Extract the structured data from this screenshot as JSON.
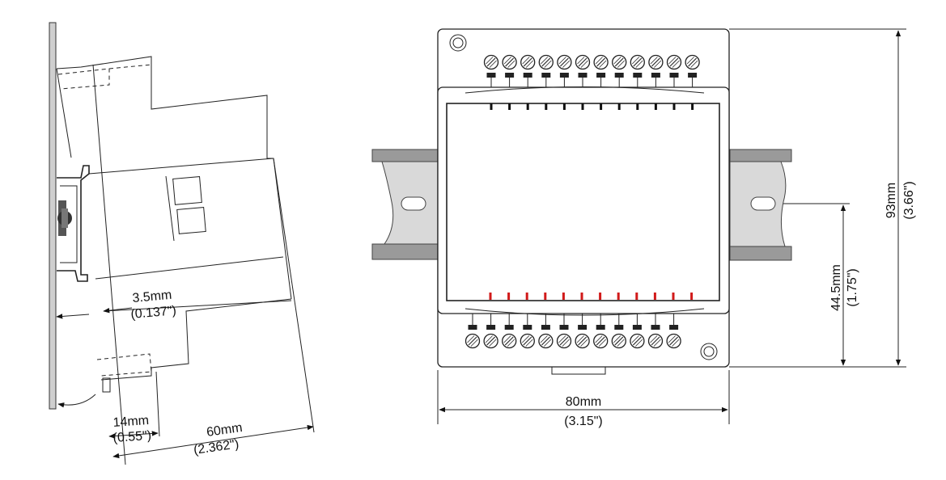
{
  "side_view": {
    "dim_gap_mm": "3.5mm",
    "dim_gap_in": "(0.137\")",
    "dim_foot_mm": "14mm",
    "dim_foot_in": "(0.55\")",
    "dim_depth_mm": "60mm",
    "dim_depth_in": "(2.362\")"
  },
  "front_view": {
    "terminal_count_per_row": 12,
    "dim_width_mm": "80mm",
    "dim_width_in": "(3.15\")",
    "dim_height_mm": "93mm",
    "dim_height_in": "(3.66\")",
    "dim_rail_mm": "44.5mm",
    "dim_rail_in": "(1.75\")",
    "led_color": "#d11a1a"
  }
}
